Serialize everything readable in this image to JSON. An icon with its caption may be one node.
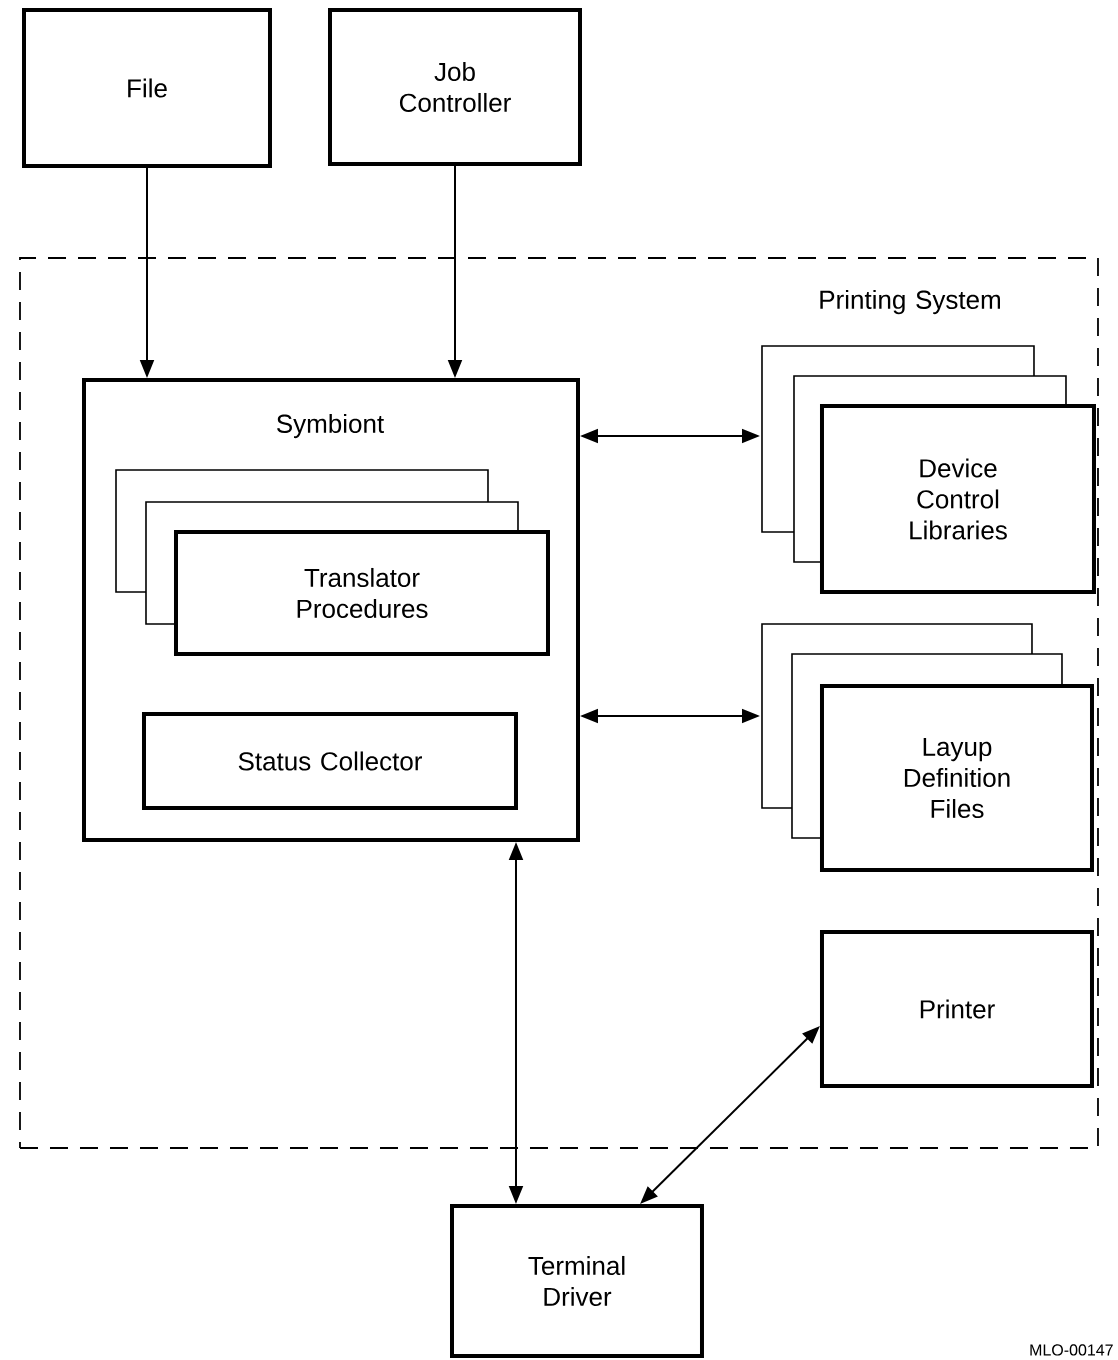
{
  "diagram": {
    "nodes": [
      {
        "text": [
          "File"
        ]
      },
      {
        "text": [
          "Job Controller"
        ]
      },
      {
        "text": [
          "Printing System"
        ]
      },
      {
        "text": [
          "Symbiont"
        ],
        "in": 2
      },
      {
        "text": [
          "Translator Procedures"
        ],
        "in": 3
      },
      {
        "text": [
          "Status Collector"
        ],
        "in": 3
      },
      {
        "text": [
          "Device Control Libraries"
        ],
        "in": 2
      },
      {
        "text": [
          "Layup Definition Files"
        ],
        "in": 2
      },
      {
        "text": [
          "Printer"
        ],
        "in": 2
      },
      {
        "text": [
          "Terminal Driver"
        ]
      }
    ],
    "edges": [
      {
        "from": 0,
        "to": 3,
        "arrow": "to"
      },
      {
        "from": 1,
        "to": 3,
        "arrow": "to"
      },
      {
        "from": 3,
        "to": 6,
        "arrow": "both"
      },
      {
        "from": 3,
        "to": 7,
        "arrow": "both"
      },
      {
        "from": 3,
        "to": 9,
        "arrow": "both"
      },
      {
        "from": 9,
        "to": 8,
        "arrow": "both"
      }
    ],
    "labels": [
      "MLO-00147"
    ]
  }
}
